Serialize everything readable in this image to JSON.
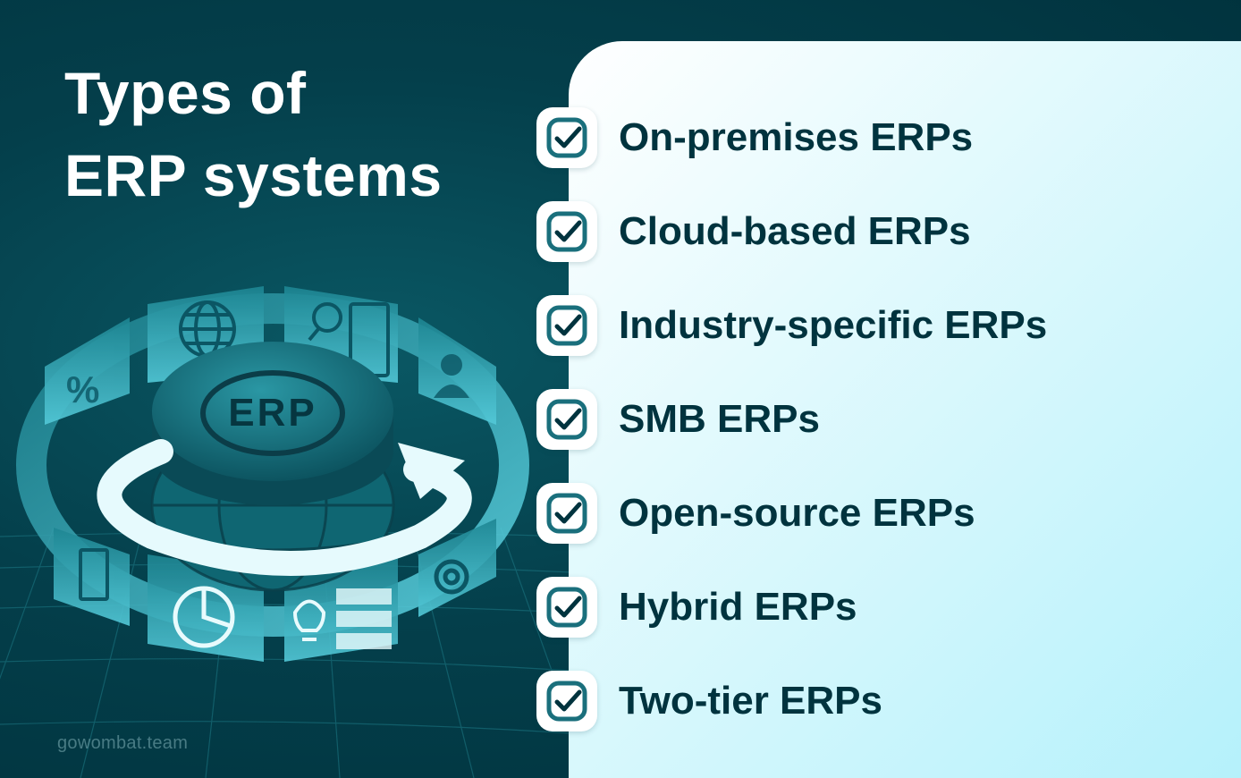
{
  "title": {
    "line1": "Types of",
    "line2": "ERP systems"
  },
  "illustration": {
    "center_label": "ERP",
    "percent_symbol": "%"
  },
  "items": [
    {
      "label": "On-premises ERPs",
      "icon": "checkbox-icon"
    },
    {
      "label": "Cloud-based ERPs",
      "icon": "checkbox-icon"
    },
    {
      "label": "Industry-specific ERPs",
      "icon": "checkbox-icon"
    },
    {
      "label": "SMB ERPs",
      "icon": "checkbox-icon"
    },
    {
      "label": "Open-source ERPs",
      "icon": "checkbox-icon"
    },
    {
      "label": "Hybrid ERPs",
      "icon": "checkbox-icon"
    },
    {
      "label": "Two-tier ERPs",
      "icon": "checkbox-icon"
    }
  ],
  "watermark": "gowombat.team",
  "colors": {
    "background": "#003b47",
    "text_dark": "#00333e",
    "accent": "#1a6f7c",
    "panel_light": "#b5f1fb"
  }
}
